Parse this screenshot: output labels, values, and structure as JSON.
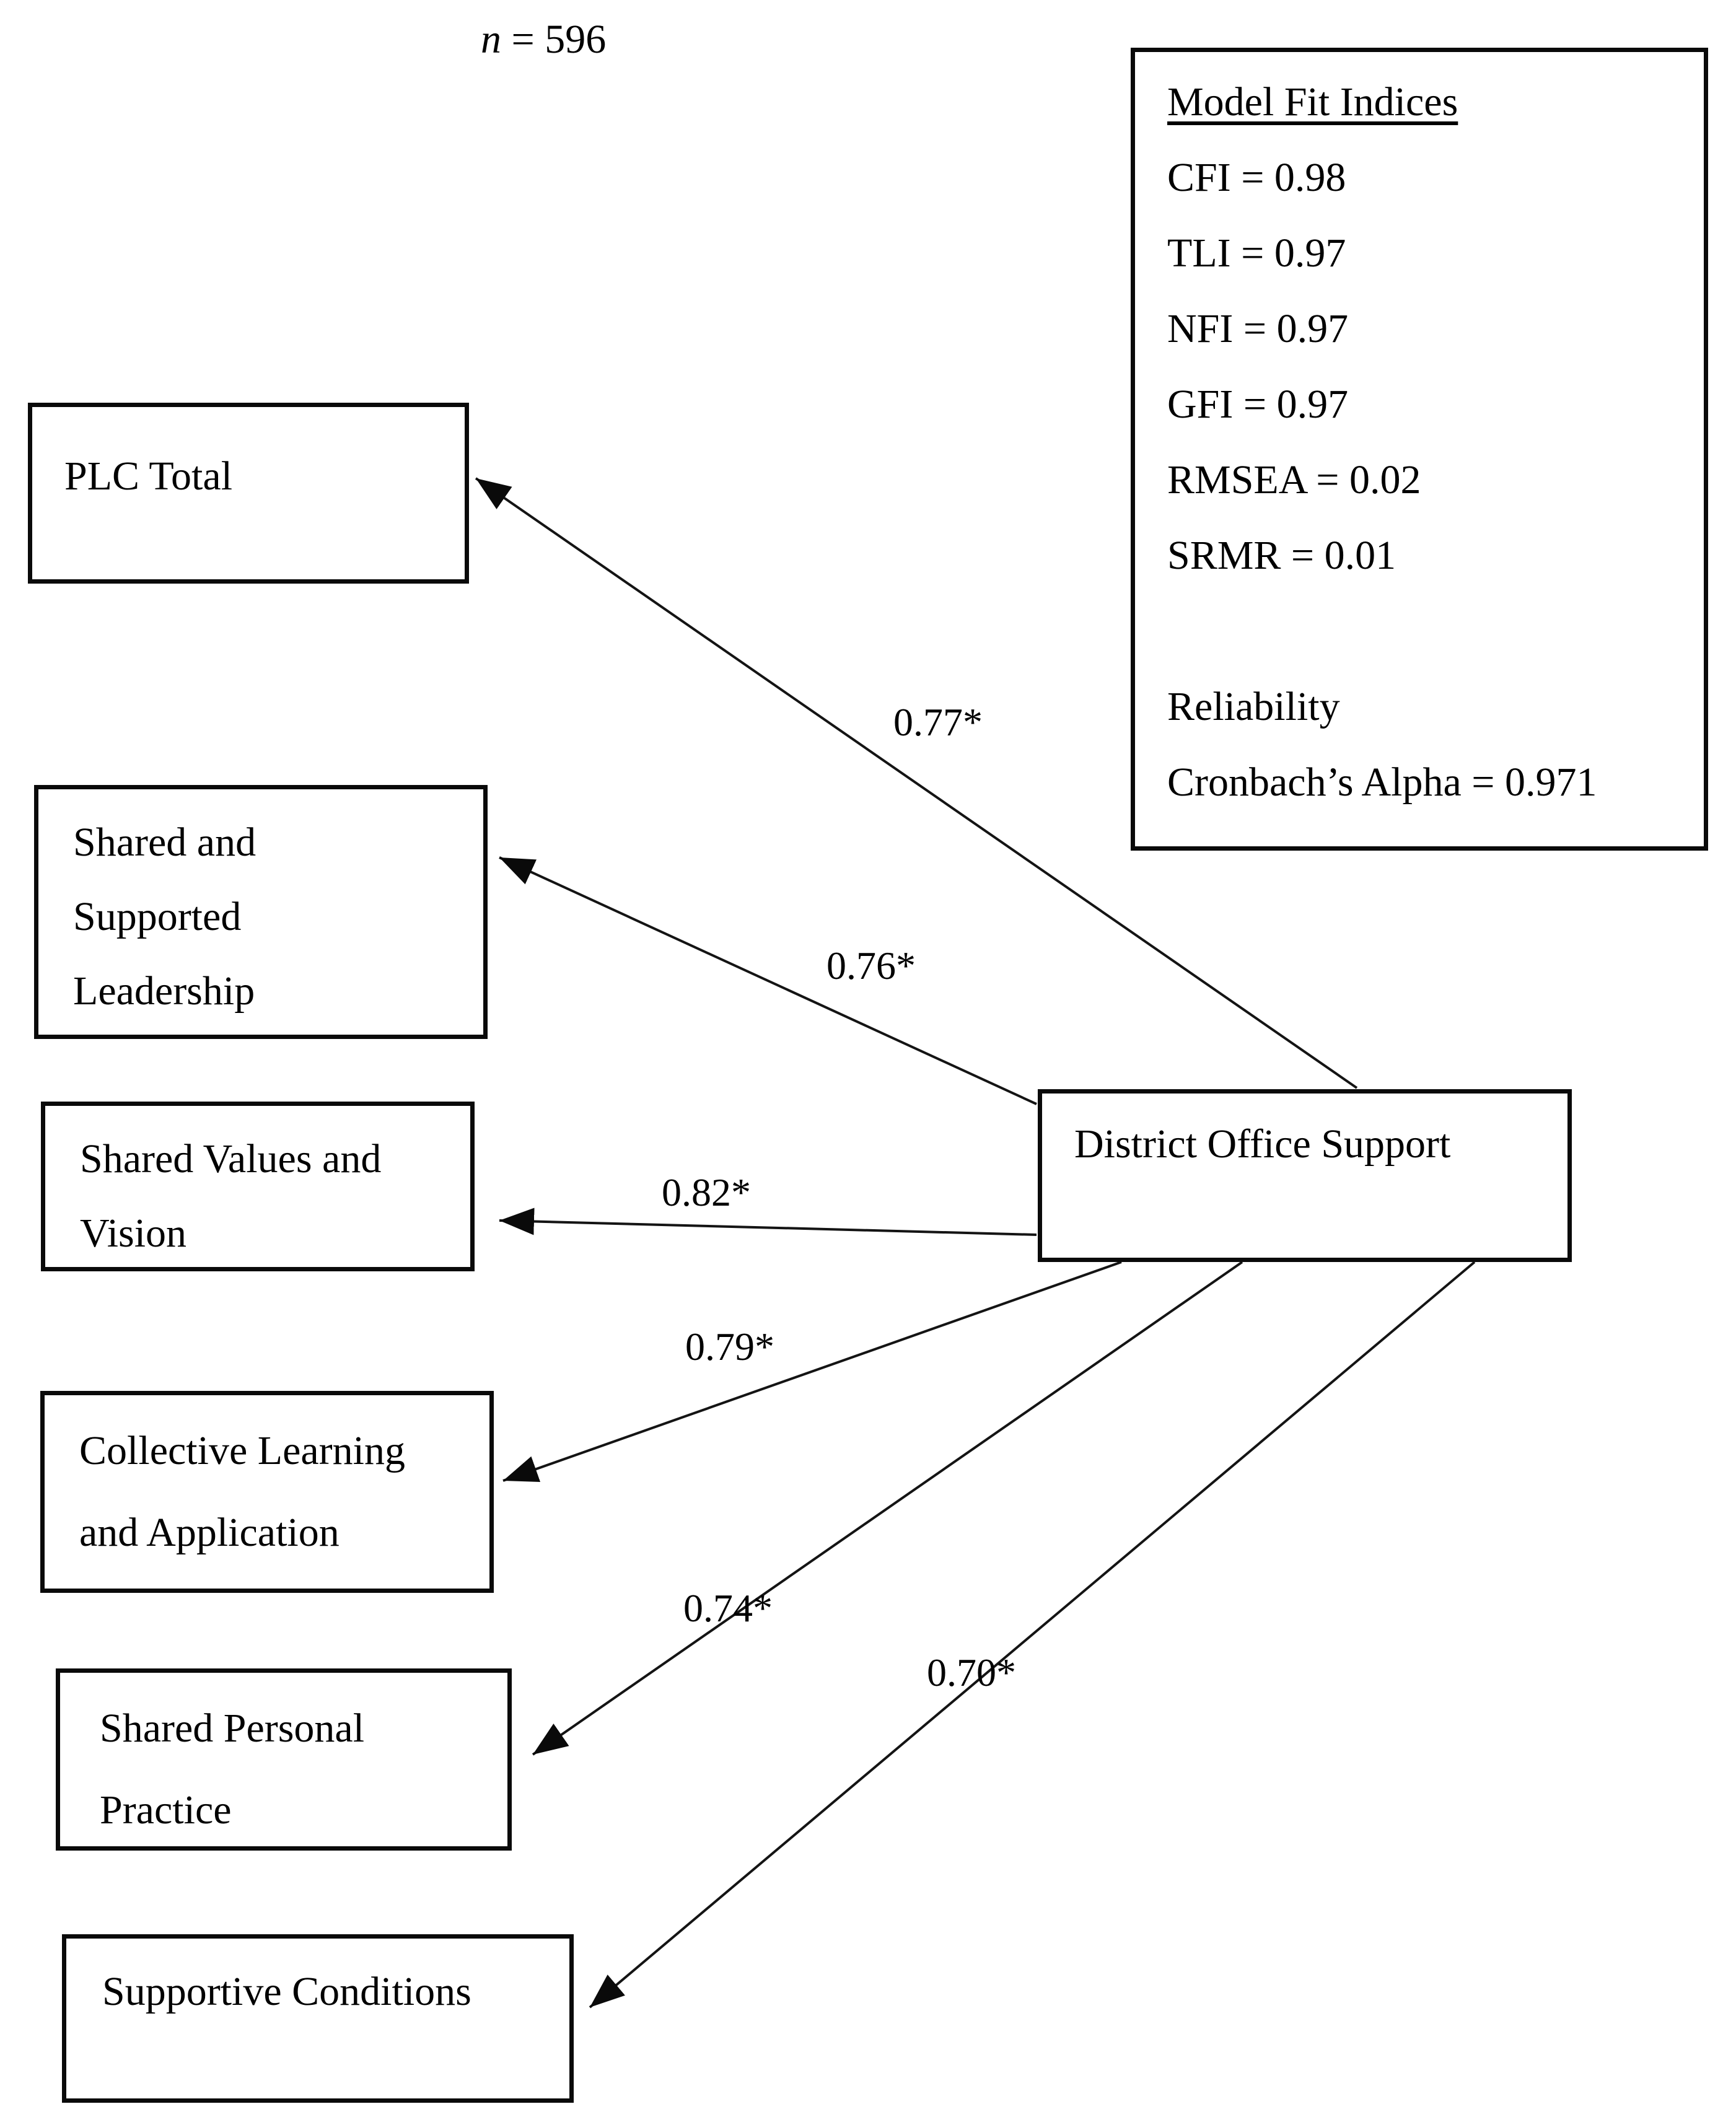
{
  "sample": {
    "symbol": "n",
    "rest": " = 596"
  },
  "nodes": {
    "plc": {
      "lines": [
        "PLC Total"
      ]
    },
    "ssl": {
      "lines": [
        "Shared and",
        "Supported",
        "Leadership"
      ]
    },
    "svv": {
      "lines": [
        "Shared Values and",
        "Vision"
      ]
    },
    "cla": {
      "lines": [
        "Collective Learning",
        "and Application"
      ]
    },
    "spp": {
      "lines": [
        "Shared Personal",
        "Practice"
      ]
    },
    "sc": {
      "lines": [
        "Supportive Conditions"
      ]
    },
    "dos": {
      "lines": [
        "District Office Support"
      ]
    }
  },
  "edges": [
    {
      "from": "District Office Support",
      "to": "PLC Total",
      "label": "0.77*"
    },
    {
      "from": "District Office Support",
      "to": "Shared and Supported Leadership",
      "label": "0.76*"
    },
    {
      "from": "District Office Support",
      "to": "Shared Values and Vision",
      "label": "0.82*"
    },
    {
      "from": "District Office Support",
      "to": "Collective Learning and Application",
      "label": "0.79*"
    },
    {
      "from": "District Office Support",
      "to": "Shared Personal Practice",
      "label": "0.74*"
    },
    {
      "from": "District Office Support",
      "to": "Supportive Conditions",
      "label": "0.70*"
    }
  ],
  "model_fit": {
    "title": "Model Fit Indices",
    "indices": [
      "CFI = 0.98",
      "TLI = 0.97",
      "NFI = 0.97",
      "GFI = 0.97",
      "RMSEA = 0.02",
      "SRMR = 0.01"
    ],
    "reliability_title": "Reliability",
    "reliability_value": "Cronbach’s Alpha = 0.971"
  }
}
